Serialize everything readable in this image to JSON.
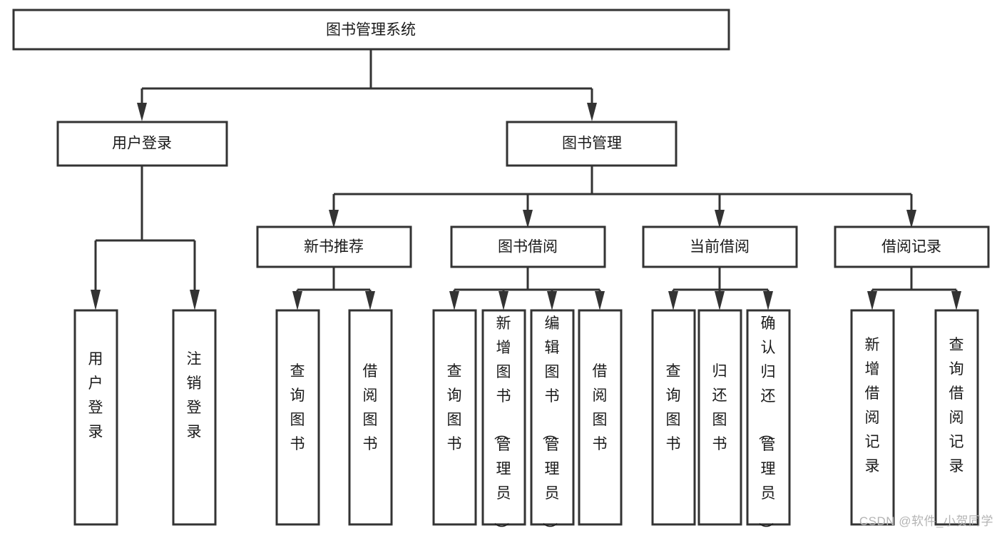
{
  "diagram": {
    "type": "tree-hierarchy",
    "title": "图书管理系统",
    "root": {
      "id": "root",
      "label": "图书管理系统"
    },
    "level1": [
      {
        "id": "user-login",
        "label": "用户登录"
      },
      {
        "id": "book-manage",
        "label": "图书管理"
      }
    ],
    "level2": [
      {
        "id": "new-book-rec",
        "label": "新书推荐",
        "parent": "book-manage"
      },
      {
        "id": "book-borrow",
        "label": "图书借阅",
        "parent": "book-manage"
      },
      {
        "id": "current-borrow",
        "label": "当前借阅",
        "parent": "book-manage"
      },
      {
        "id": "borrow-record",
        "label": "借阅记录",
        "parent": "book-manage"
      }
    ],
    "leaves": [
      {
        "id": "leaf-user-login",
        "label": "用户登录",
        "parent": "user-login"
      },
      {
        "id": "leaf-logout",
        "label": "注销登录",
        "parent": "user-login"
      },
      {
        "id": "leaf-query-book-1",
        "label": "查询图书",
        "parent": "new-book-rec"
      },
      {
        "id": "leaf-borrow-book-1",
        "label": "借阅图书",
        "parent": "new-book-rec"
      },
      {
        "id": "leaf-query-book-2",
        "label": "查询图书",
        "parent": "book-borrow"
      },
      {
        "id": "leaf-add-book",
        "label": "新增图书（管理员）",
        "parent": "book-borrow"
      },
      {
        "id": "leaf-edit-book",
        "label": "编辑图书（管理员）",
        "parent": "book-borrow"
      },
      {
        "id": "leaf-borrow-book-2",
        "label": "借阅图书",
        "parent": "book-borrow"
      },
      {
        "id": "leaf-query-book-3",
        "label": "查询图书",
        "parent": "current-borrow"
      },
      {
        "id": "leaf-return-book",
        "label": "归还图书",
        "parent": "current-borrow"
      },
      {
        "id": "leaf-confirm-return",
        "label": "确认归还（管理员）",
        "parent": "current-borrow"
      },
      {
        "id": "leaf-add-record",
        "label": "新增借阅记录",
        "parent": "borrow-record"
      },
      {
        "id": "leaf-query-record",
        "label": "查询借阅记录",
        "parent": "borrow-record"
      }
    ],
    "colors": {
      "stroke": "#333333",
      "fill": "#ffffff",
      "text": "#1a1a1a",
      "background": "#ffffff",
      "watermark": "#b4b4b4"
    }
  },
  "watermark": {
    "text": "CSDN @软件_小贺同学"
  }
}
